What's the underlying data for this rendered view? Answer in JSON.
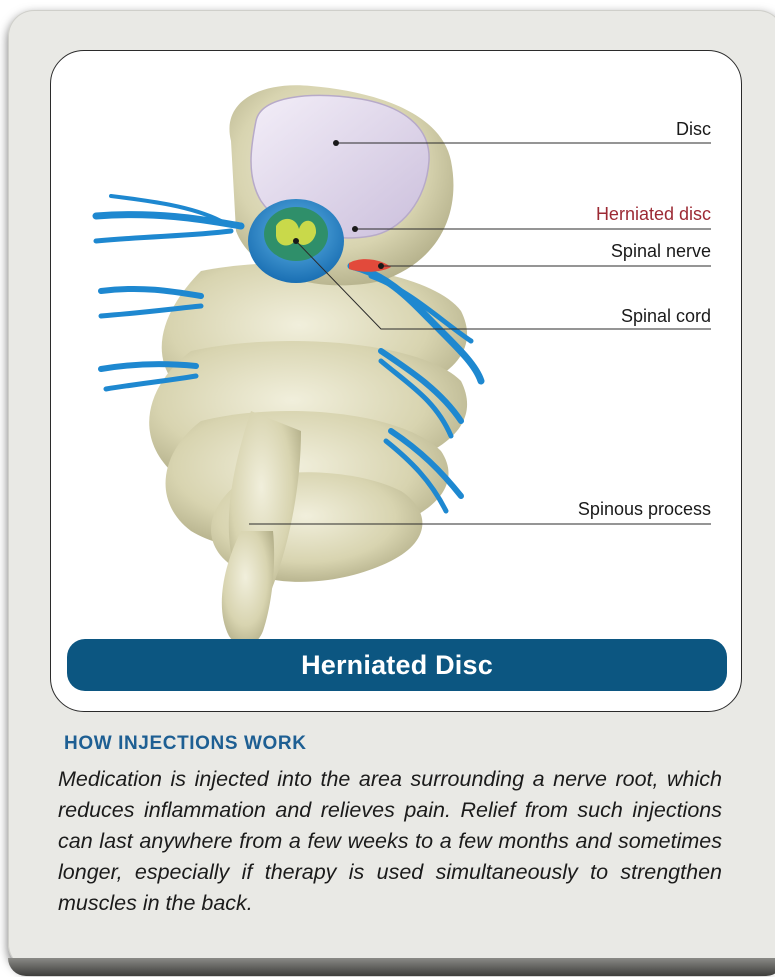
{
  "figure": {
    "labels": {
      "disc": "Disc",
      "herniated_disc": "Herniated disc",
      "spinal_nerve": "Spinal nerve",
      "spinal_cord": "Spinal cord",
      "spinous_process": "Spinous process"
    },
    "banner_title": "Herniated Disc"
  },
  "info": {
    "heading": "HOW INJECTIONS WORK",
    "body": "Medication is injected into the area surrounding a nerve root, which reduces inflammation and relieves pain. Relief from such injections can last anywhere from a few weeks to a few months and sometimes longer, especially if therapy is used simultaneously to strengthen muscles in the back."
  },
  "colors": {
    "banner": "#0c5681",
    "heading": "#1e5f93",
    "herniated_label": "#9c2a34",
    "card_background": "#e9e9e5"
  }
}
